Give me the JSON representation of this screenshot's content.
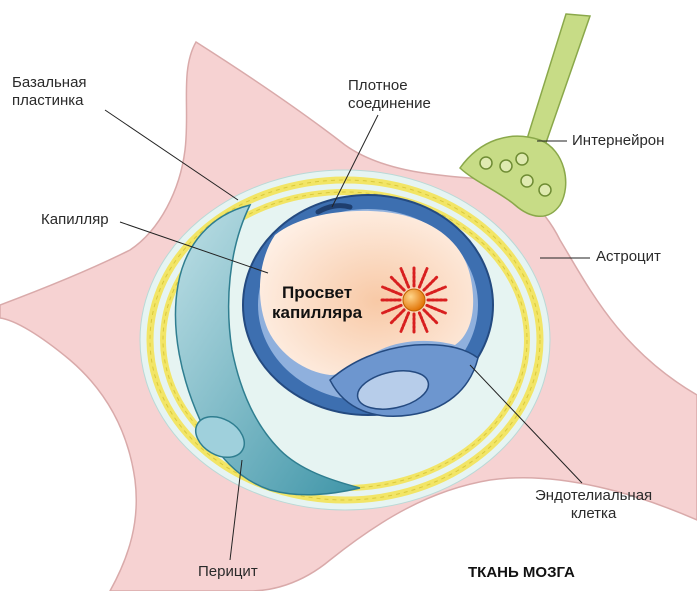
{
  "labels": {
    "basal_lamina_line1": "Базальная",
    "basal_lamina_line2": "пластинка",
    "tight_junction_line1": "Плотное",
    "tight_junction_line2": "соединение",
    "interneuron": "Интернейрон",
    "capillary": "Капилляр",
    "astrocyte": "Астроцит",
    "lumen_line1": "Просвет",
    "lumen_line2": "капилляра",
    "endothelial_line1": "Эндотелиальная",
    "endothelial_line2": "клетка",
    "pericyte": "Перицит",
    "title": "ТКАНЬ МОЗГА"
  },
  "colors": {
    "astrocyte_fill": "#f6d2d2",
    "astrocyte_stroke": "#d9aaaa",
    "interneuron_fill": "#c7dc86",
    "interneuron_stroke": "#8aa84a",
    "basal_fill": "#e6f4f2",
    "membrane_yellow": "#f2e566",
    "pericyte_fill": "#56a3b5",
    "endothelium_fill": "#3d6fb0",
    "endothelium_light": "#8fb0dd",
    "lumen_fill": "#fbe0cc",
    "particle_fill": "#f08a16",
    "particle_rays": "#d81f1f",
    "leader_line": "#222222"
  }
}
